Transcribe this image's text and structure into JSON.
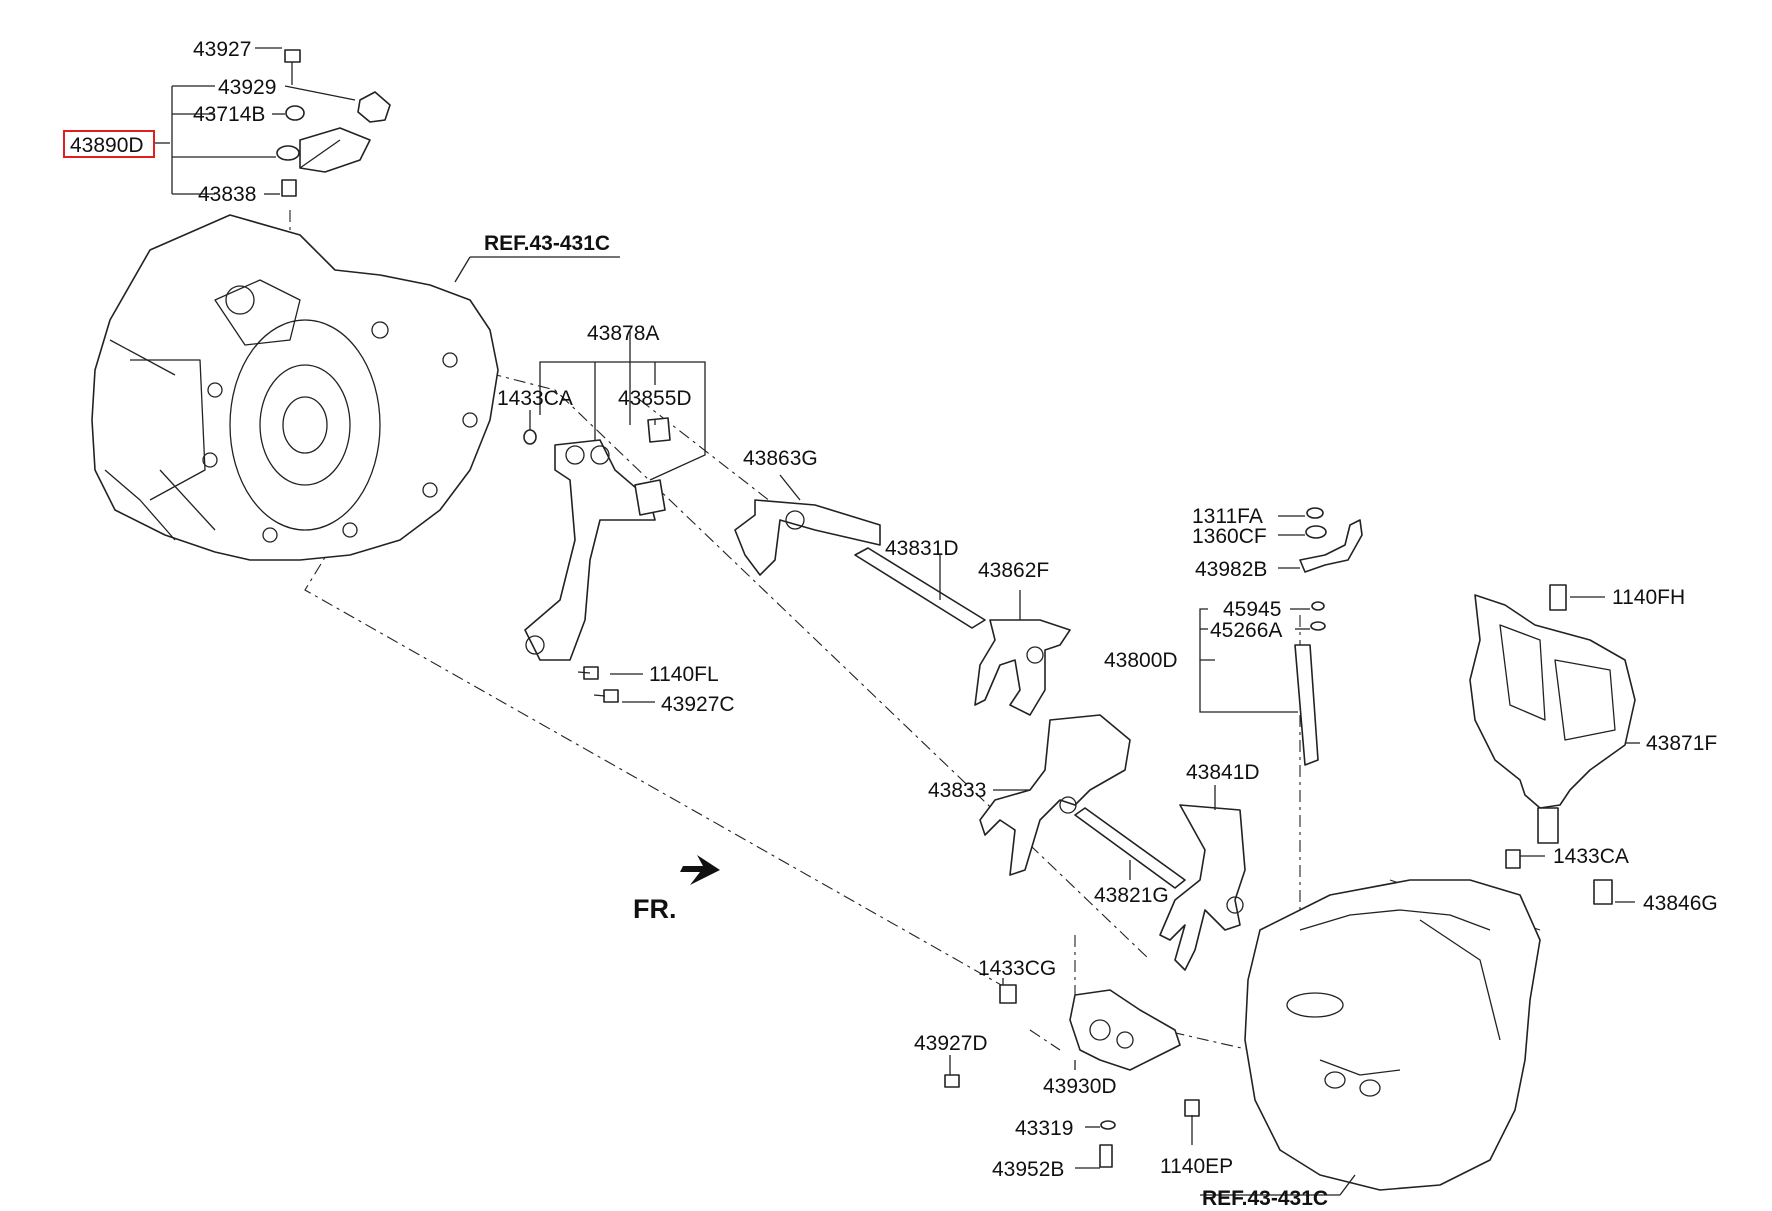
{
  "labels": {
    "p43927": "43927",
    "p43929": "43929",
    "p43714B": "43714B",
    "p43890D": "43890D",
    "p43838": "43838",
    "ref_top": "REF.43-431C",
    "p43878A": "43878A",
    "p1433CA_a": "1433CA",
    "p43855D": "43855D",
    "p43863G": "43863G",
    "p1311FA": "1311FA",
    "p1360CF": "1360CF",
    "p43982B": "43982B",
    "p43831D": "43831D",
    "p43862F": "43862F",
    "p45945": "45945",
    "p45266A": "45266A",
    "p43800D": "43800D",
    "p1140FH": "1140FH",
    "p1140FL": "1140FL",
    "p43927C": "43927C",
    "p43871F": "43871F",
    "p43833": "43833",
    "p43841D": "43841D",
    "p1433CA_b": "1433CA",
    "p43821G": "43821G",
    "p43846G": "43846G",
    "fr": "FR.",
    "p1433CG": "1433CG",
    "p43927D": "43927D",
    "p43930D": "43930D",
    "p43319": "43319",
    "p43952B": "43952B",
    "p1140EP": "1140EP",
    "ref_bottom": "REF.43-431C"
  },
  "highlight": {
    "part": "43890D",
    "color": "#e02020"
  },
  "icons": {
    "front_arrow": "front-direction-arrow-icon"
  }
}
